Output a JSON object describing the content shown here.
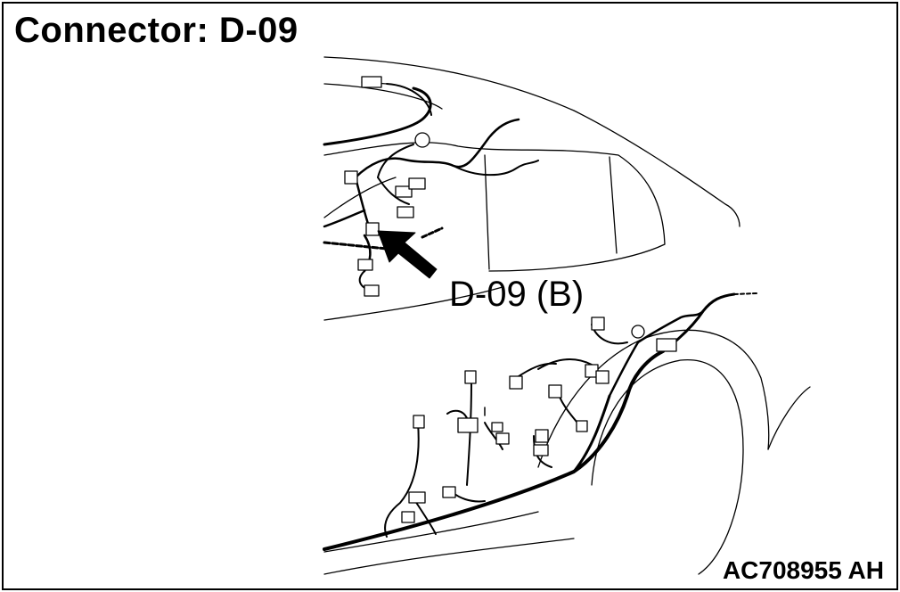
{
  "title": "Connector: D-09",
  "callout_label": "D-09 (B)",
  "figure_id": "AC708955 AH",
  "colors": {
    "line": "#000000",
    "background": "#ffffff"
  }
}
